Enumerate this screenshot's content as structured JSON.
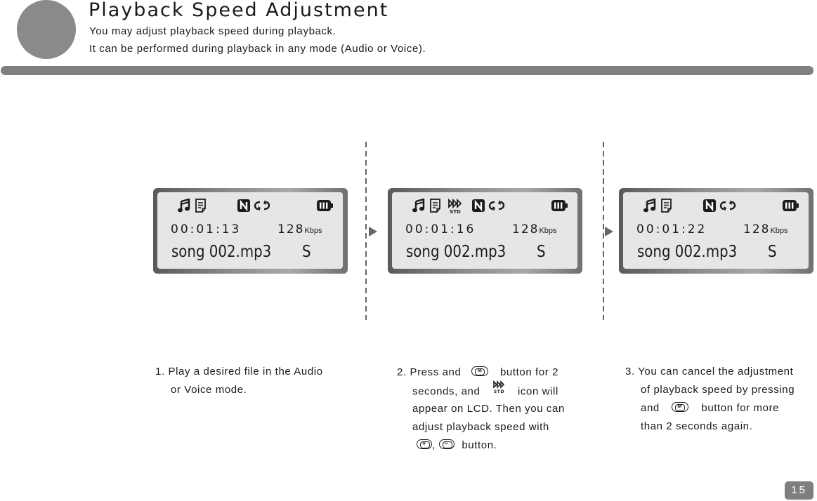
{
  "header": {
    "title": "Playback Speed Adjustment",
    "subtitle_lines": [
      "You may adjust playback speed during playback.",
      "It can be performed during playback in any mode (Audio or Voice)."
    ]
  },
  "lcd_panels": [
    {
      "icons": [
        "music-note-icon",
        "document-icon",
        "n-mode-icon",
        "repeat-icon",
        "battery-icon"
      ],
      "time": "00:01:13",
      "bitrate": "128",
      "bitrate_unit": "Kbps",
      "song": "song 002.mp3",
      "mode": "S"
    },
    {
      "icons": [
        "music-note-icon",
        "document-icon",
        "speed-std-icon",
        "n-mode-icon",
        "repeat-icon",
        "battery-icon"
      ],
      "time": "00:01:16",
      "bitrate": "128",
      "bitrate_unit": "Kbps",
      "song": "song 002.mp3",
      "mode": "S",
      "speed_label": "STD"
    },
    {
      "icons": [
        "music-note-icon",
        "document-icon",
        "n-mode-icon",
        "repeat-icon",
        "battery-icon"
      ],
      "time": "00:01:22",
      "bitrate": "128",
      "bitrate_unit": "Kbps",
      "song": "song 002.mp3",
      "mode": "S"
    }
  ],
  "steps": [
    {
      "lines": [
        "1. Play a desired file in the Audio",
        "or Voice mode."
      ]
    },
    {
      "line1_a": "2. Press and",
      "line1_b": "button for 2",
      "line2_a": "seconds, and",
      "line2_b": "icon will",
      "line3": "appear on LCD. Then you can",
      "line4": "adjust playback speed with",
      "line5_sep": ",",
      "line5_b": "button.",
      "m_button_glyph": "M",
      "plus_button_glyph": "+",
      "minus_button_glyph": "−",
      "speed_icon_label": "STD"
    },
    {
      "line1": "3. You can cancel the adjustment",
      "line2": "of playback speed by pressing",
      "line3_a": "and",
      "line3_b": "button for more",
      "line4": "than 2 seconds again.",
      "m_button_glyph": "M"
    }
  ],
  "page_number": "15",
  "colors": {
    "accent_gray": "#808080",
    "lcd_background": "#e6e6e6",
    "text": "#1a1a1a"
  }
}
